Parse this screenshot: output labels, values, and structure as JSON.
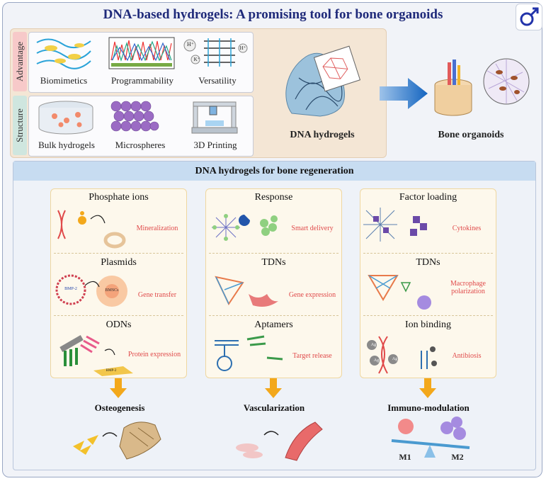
{
  "title": "DNA-based hydrogels: A promising tool for bone organoids",
  "top": {
    "advantage_tag": "Advantage",
    "structure_tag": "Structure",
    "advantages": [
      "Biomimetics",
      "Programmability",
      "Versatility"
    ],
    "structures": [
      "Bulk hydrogels",
      "Microspheres",
      "3D Printing"
    ],
    "dna_hydrogels": "DNA hydrogels",
    "bone_organoids": "Bone organoids",
    "ion_labels": [
      "H⁺",
      "K⁺",
      "H⁺"
    ]
  },
  "bottom": {
    "header": "DNA hydrogels for bone regeneration",
    "columns": [
      {
        "sections": [
          {
            "heading": "Phosphate ions",
            "effect": "Mineralization"
          },
          {
            "heading": "Plasmids",
            "effect": "Gene transfer",
            "tag1": "BMP-2",
            "tag2": "BMSCs"
          },
          {
            "heading": "ODNs",
            "effect": "Protein expression",
            "tag1": "BMP-2"
          }
        ],
        "outcome": "Osteogenesis"
      },
      {
        "sections": [
          {
            "heading": "Response",
            "effect": "Smart delivery"
          },
          {
            "heading": "TDNs",
            "effect": "Gene expression"
          },
          {
            "heading": "Aptamers",
            "effect": "Target release"
          }
        ],
        "outcome": "Vascularization"
      },
      {
        "sections": [
          {
            "heading": "Factor loading",
            "effect": "Cytokines"
          },
          {
            "heading": "TDNs",
            "effect": "Macrophage polarization"
          },
          {
            "heading": "Ion binding",
            "effect": "Antibiosis",
            "tag1": "Ag⁺",
            "tag2": "Ag⁺",
            "tag3": "Ag⁺"
          }
        ],
        "outcome": "Immuno-modulation",
        "m1": "M1",
        "m2": "M2"
      }
    ]
  },
  "colors": {
    "title": "#1f2a7a",
    "arrow_blue": "#1565c0",
    "arrow_orange": "#f3a81b",
    "effect_red": "#e04a4a"
  }
}
